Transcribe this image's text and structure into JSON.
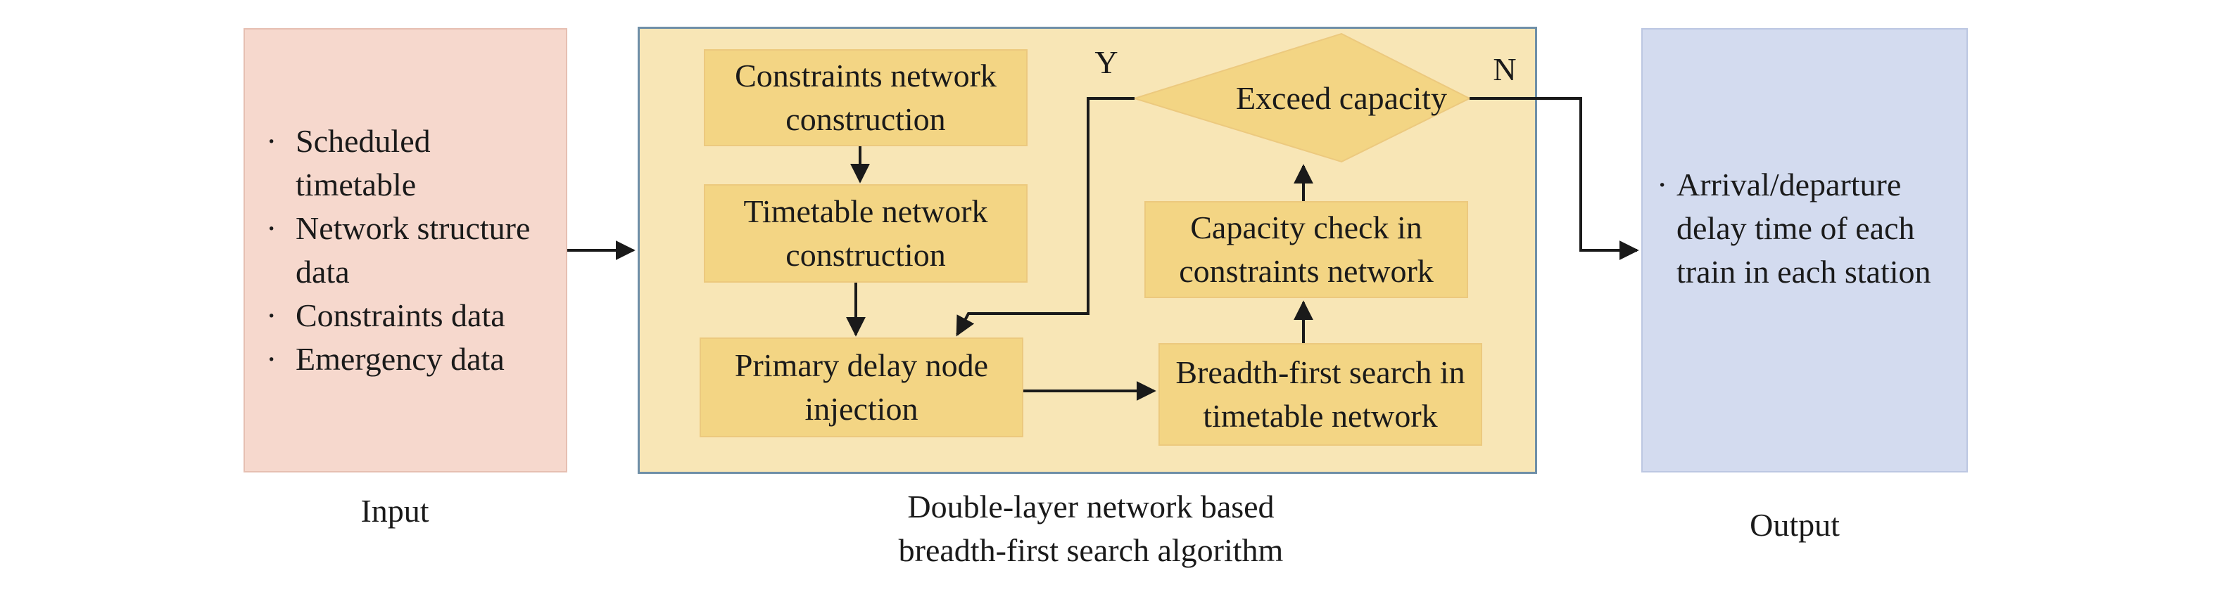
{
  "input": {
    "items": [
      "Scheduled timetable",
      "Network structure data",
      "Constraints data",
      "Emergency data"
    ],
    "bullet": "·",
    "caption": "Input"
  },
  "algorithm": {
    "caption_line1": "Double-layer network based",
    "caption_line2": "breadth-first search algorithm",
    "constraints_network_construction": {
      "line1": "Constraints network",
      "line2": "construction"
    },
    "timetable_network_construction": {
      "line1": "Timetable network",
      "line2": "construction"
    },
    "primary_delay_node_injection": {
      "line1": "Primary delay node",
      "line2": "injection"
    },
    "breadth_first_search": {
      "line1": "Breadth-first search in",
      "line2": "timetable network"
    },
    "capacity_check": {
      "line1": "Capacity check in",
      "line2": "constraints network"
    },
    "decision": {
      "label": "Exceed capacity",
      "yes": "Y",
      "no": "N"
    }
  },
  "output": {
    "bullet": "·",
    "lines": [
      "Arrival/departure",
      "delay time of each",
      "train in each station"
    ],
    "caption": "Output"
  },
  "colors": {
    "input_panel": "#f6d8cd",
    "algorithm_panel": "#f8e6b6",
    "process_box": "#f3d584",
    "output_panel": "#d3dbef",
    "arrow": "#1a1a1a"
  }
}
